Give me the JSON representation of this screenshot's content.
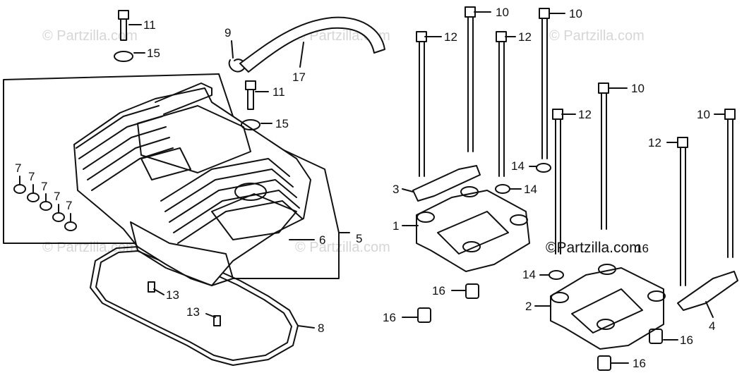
{
  "watermark": "© Partzilla.com",
  "brand": "©Partzilla.com",
  "callouts": [
    "1",
    "2",
    "3",
    "4",
    "5",
    "6",
    "7",
    "7",
    "7",
    "7",
    "7",
    "8",
    "9",
    "10",
    "10",
    "10",
    "10",
    "11",
    "11",
    "12",
    "12",
    "12",
    "12",
    "13",
    "13",
    "14",
    "14",
    "14",
    "15",
    "15",
    "16",
    "16",
    "16",
    "16",
    "16",
    "17"
  ],
  "colors": {
    "line": "#111111",
    "watermark": "#d6d6d6",
    "background": "#ffffff"
  }
}
